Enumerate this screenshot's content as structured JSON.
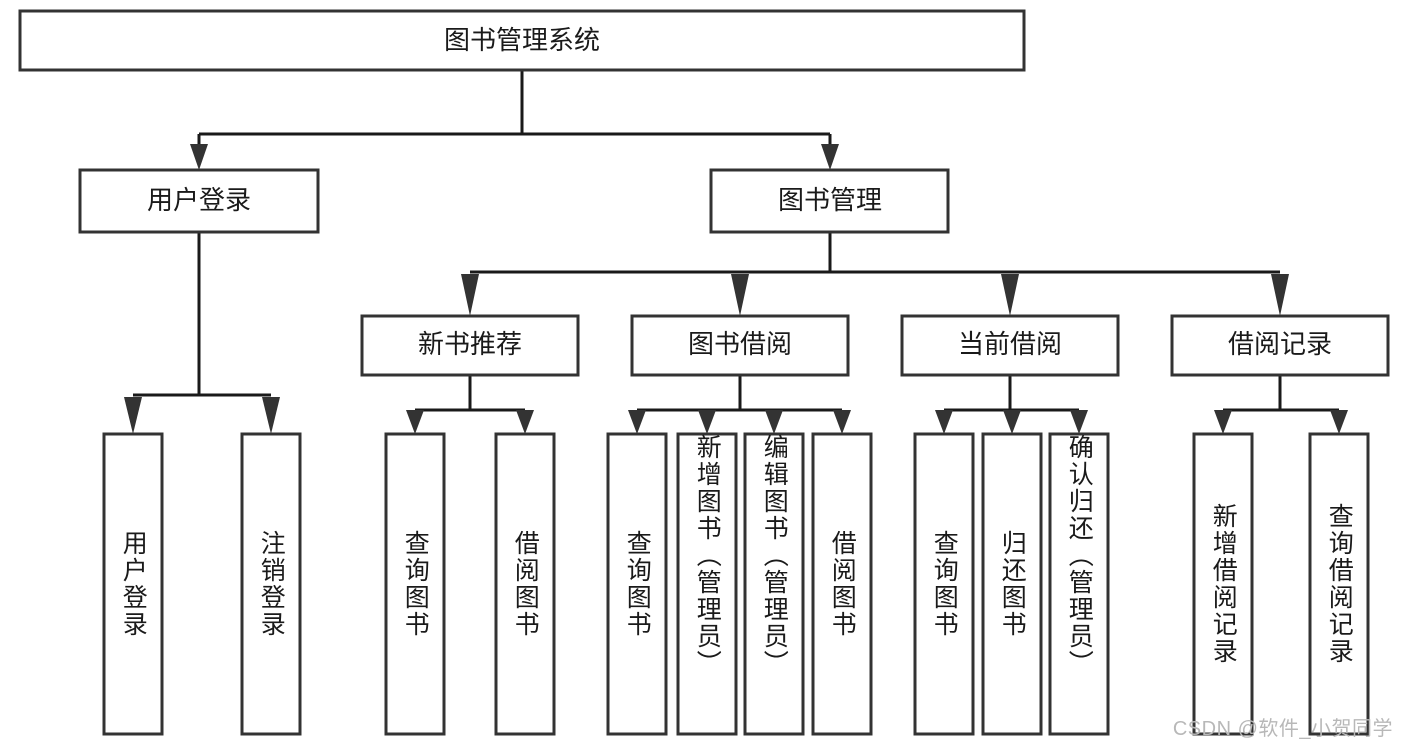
{
  "diagram": {
    "title": "图书管理系统",
    "type": "tree-hierarchy-diagram",
    "root": {
      "id": "root",
      "label": "图书管理系统"
    },
    "level2": [
      {
        "id": "user-login",
        "label": "用户登录"
      },
      {
        "id": "book-manage",
        "label": "图书管理"
      }
    ],
    "level3": [
      {
        "id": "new-book-recommend",
        "label": "新书推荐",
        "parent": "book-manage"
      },
      {
        "id": "book-borrow",
        "label": "图书借阅",
        "parent": "book-manage"
      },
      {
        "id": "current-borrow",
        "label": "当前借阅",
        "parent": "book-manage"
      },
      {
        "id": "borrow-record",
        "label": "借阅记录",
        "parent": "book-manage"
      }
    ],
    "leaves": [
      {
        "id": "leaf-user-login",
        "label": "用户登录",
        "parent": "user-login"
      },
      {
        "id": "leaf-user-logout",
        "label": "注销登录",
        "parent": "user-login"
      },
      {
        "id": "leaf-query-book-1",
        "label": "查询图书",
        "parent": "new-book-recommend"
      },
      {
        "id": "leaf-borrow-book-1",
        "label": "借阅图书",
        "parent": "new-book-recommend"
      },
      {
        "id": "leaf-query-book-2",
        "label": "查询图书",
        "parent": "book-borrow"
      },
      {
        "id": "leaf-add-book",
        "label": "新增图书（管理员）",
        "parent": "book-borrow"
      },
      {
        "id": "leaf-edit-book",
        "label": "编辑图书（管理员）",
        "parent": "book-borrow"
      },
      {
        "id": "leaf-borrow-book-2",
        "label": "借阅图书",
        "parent": "book-borrow"
      },
      {
        "id": "leaf-query-book-3",
        "label": "查询图书",
        "parent": "current-borrow"
      },
      {
        "id": "leaf-return-book",
        "label": "归还图书",
        "parent": "current-borrow"
      },
      {
        "id": "leaf-confirm-return",
        "label": "确认归还（管理员）",
        "parent": "current-borrow"
      },
      {
        "id": "leaf-add-record",
        "label": "新增借阅记录",
        "parent": "borrow-record"
      },
      {
        "id": "leaf-query-record",
        "label": "查询借阅记录",
        "parent": "borrow-record"
      }
    ],
    "colors": {
      "stroke": "#333333",
      "fill": "#ffffff",
      "text": "#1a1a1a",
      "watermark": "#b8b8b8"
    }
  },
  "watermark": {
    "text": "CSDN @软件_小贺同学"
  }
}
